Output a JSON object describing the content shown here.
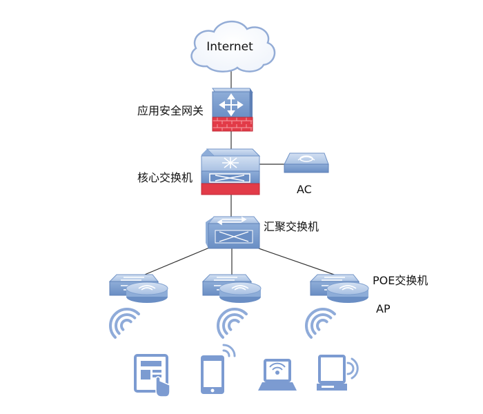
{
  "colors": {
    "device_blue": "#7fa0cf",
    "device_light": "#b9cde8",
    "device_dark": "#5f82b8",
    "firewall_red": "#e23b48",
    "line": "#333333",
    "icon_blue": "#7c9bd1"
  },
  "labels": {
    "internet": "Internet",
    "gateway": "应用安全网关",
    "core_switch": "核心交换机",
    "ac": "AC",
    "aggregation_switch": "汇聚交换机",
    "poe_switch": "POE交换机",
    "ap": "AP"
  },
  "icons": [
    "cloud-icon",
    "firewall-router-icon",
    "core-switch-icon",
    "ac-controller-icon",
    "aggregation-switch-icon",
    "poe-switch-ap-icon",
    "wifi-signal-icon",
    "touch-kiosk-icon",
    "smartphone-icon",
    "laptop-icon",
    "desktop-pc-icon"
  ]
}
